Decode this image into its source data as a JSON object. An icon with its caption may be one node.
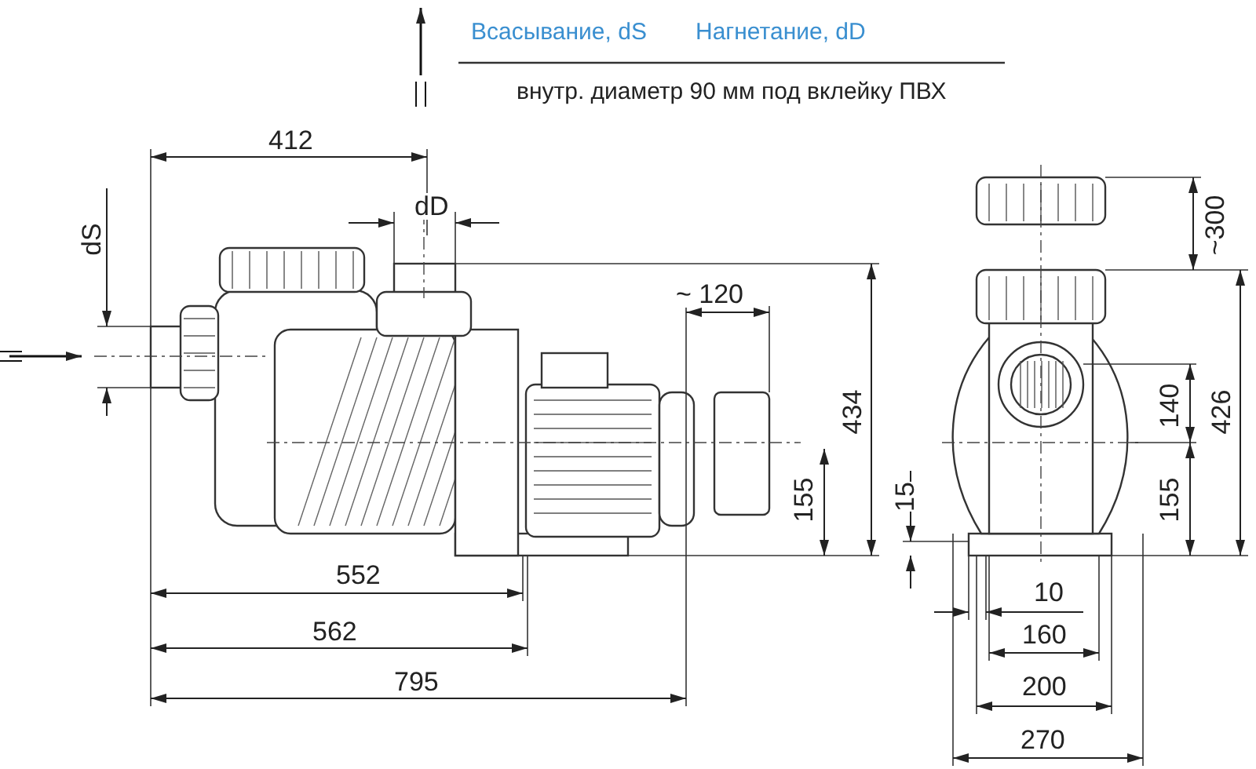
{
  "diagram": {
    "labels": [
      "Всасывание, dS",
      "Нагнетание, dD",
      "внутр. диаметр 90 мм под вклейку ПВХ",
      "412",
      "dD",
      "dS",
      "~ 120",
      "434",
      "155",
      "552",
      "562",
      "795",
      "~300",
      "140",
      "426",
      "155",
      "15",
      "10",
      "160",
      "200",
      "270"
    ]
  }
}
